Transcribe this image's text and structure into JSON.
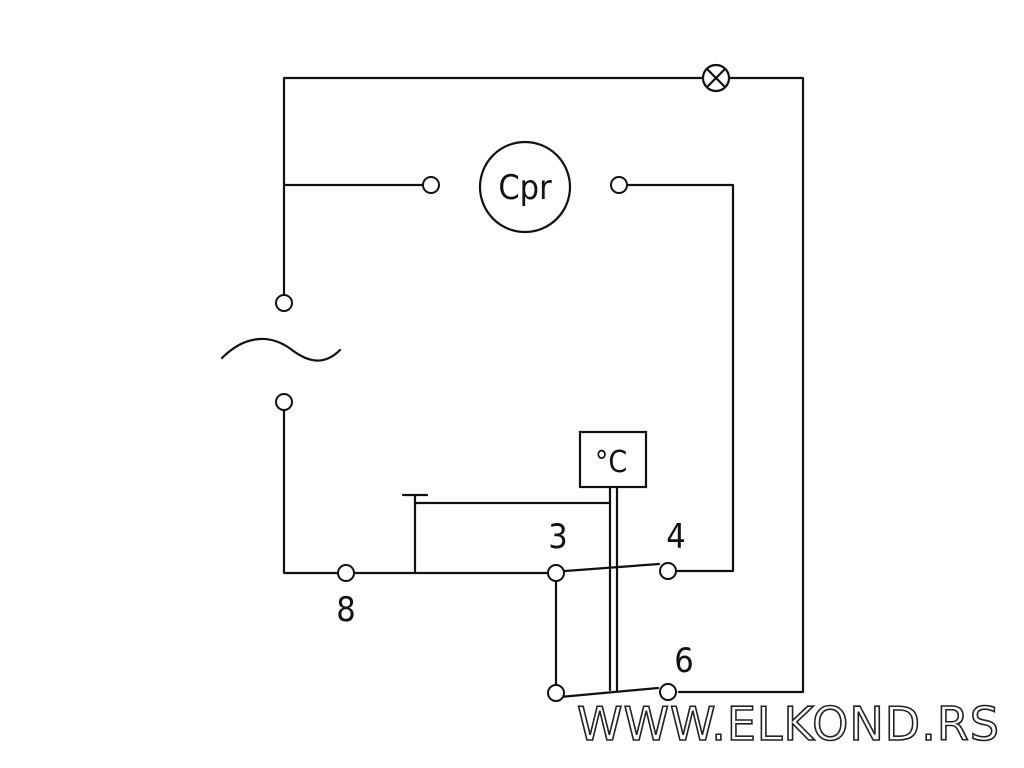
{
  "diagram": {
    "compressor_label": "Cpr",
    "thermostat_label": "°C",
    "terminals": {
      "t8": "8",
      "t3": "3",
      "t4": "4",
      "t6": "6"
    },
    "watermark": "WWW.ELKOND.RS"
  }
}
